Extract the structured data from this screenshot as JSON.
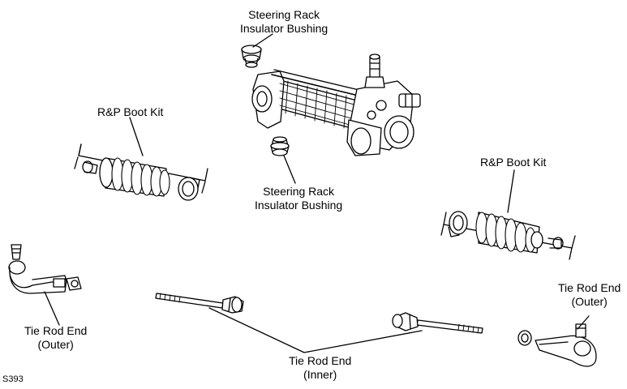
{
  "labels": {
    "bushing_top": [
      "Steering Rack",
      "Insulator Bushing"
    ],
    "bushing_bottom": [
      "Steering Rack",
      "Insulator Bushing"
    ],
    "boot_kit_left": [
      "R&P Boot Kit"
    ],
    "boot_kit_right": [
      "R&P Boot Kit"
    ],
    "tie_rod_outer_left": [
      "Tie Rod End",
      "(Outer)"
    ],
    "tie_rod_outer_right": [
      "Tie Rod End",
      "(Outer)"
    ],
    "tie_rod_inner": [
      "Tie Rod End",
      "(Inner)"
    ]
  },
  "figure_code": "S393",
  "colors": {
    "line": "#000000",
    "fill": "#ffffff",
    "shade": "#d9d9d9"
  }
}
